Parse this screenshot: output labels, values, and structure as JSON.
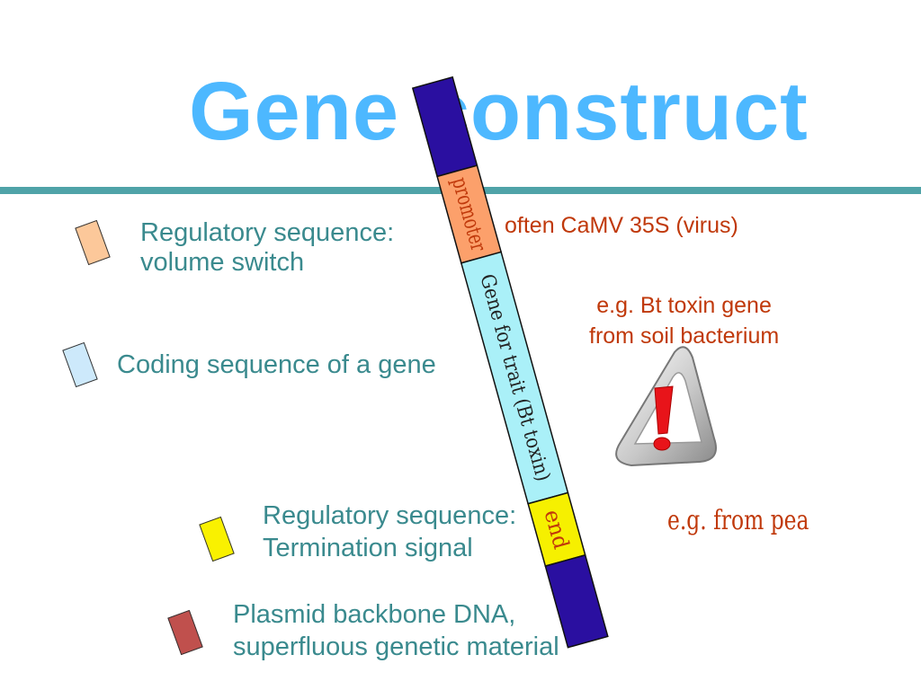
{
  "title": "Gene construct",
  "segments": {
    "promoter": "promoter",
    "gene": "Gene for trait (Bt toxin)",
    "end": "end"
  },
  "legend": [
    {
      "line1": "Regulatory sequence:",
      "line2": "volume switch",
      "color": "#fcc89a"
    },
    {
      "line1": "Coding sequence of a gene",
      "line2": "",
      "color": "#cde9fb"
    },
    {
      "line1": "Regulatory sequence:",
      "line2": "Termination signal",
      "color": "#f9f100"
    },
    {
      "line1": "Plasmid backbone DNA,",
      "line2": "superfluous genetic material",
      "color": "#c0504d"
    }
  ],
  "notes": {
    "promoter": "often CaMV 35S (virus)",
    "gene_line1": "e.g. Bt toxin gene",
    "gene_line2": "from soil bacterium",
    "end": "e.g. from pea"
  },
  "colors": {
    "title": "#4db8ff",
    "rule": "#4fa3a8",
    "backbone": "#2a0fa0",
    "promoter": "#fca06b",
    "gene": "#aaf0f8",
    "end": "#f6f000",
    "legend_text": "#3a8a8e",
    "note_text": "#c0390b"
  },
  "icons": {
    "warning": "warning-triangle-icon"
  }
}
